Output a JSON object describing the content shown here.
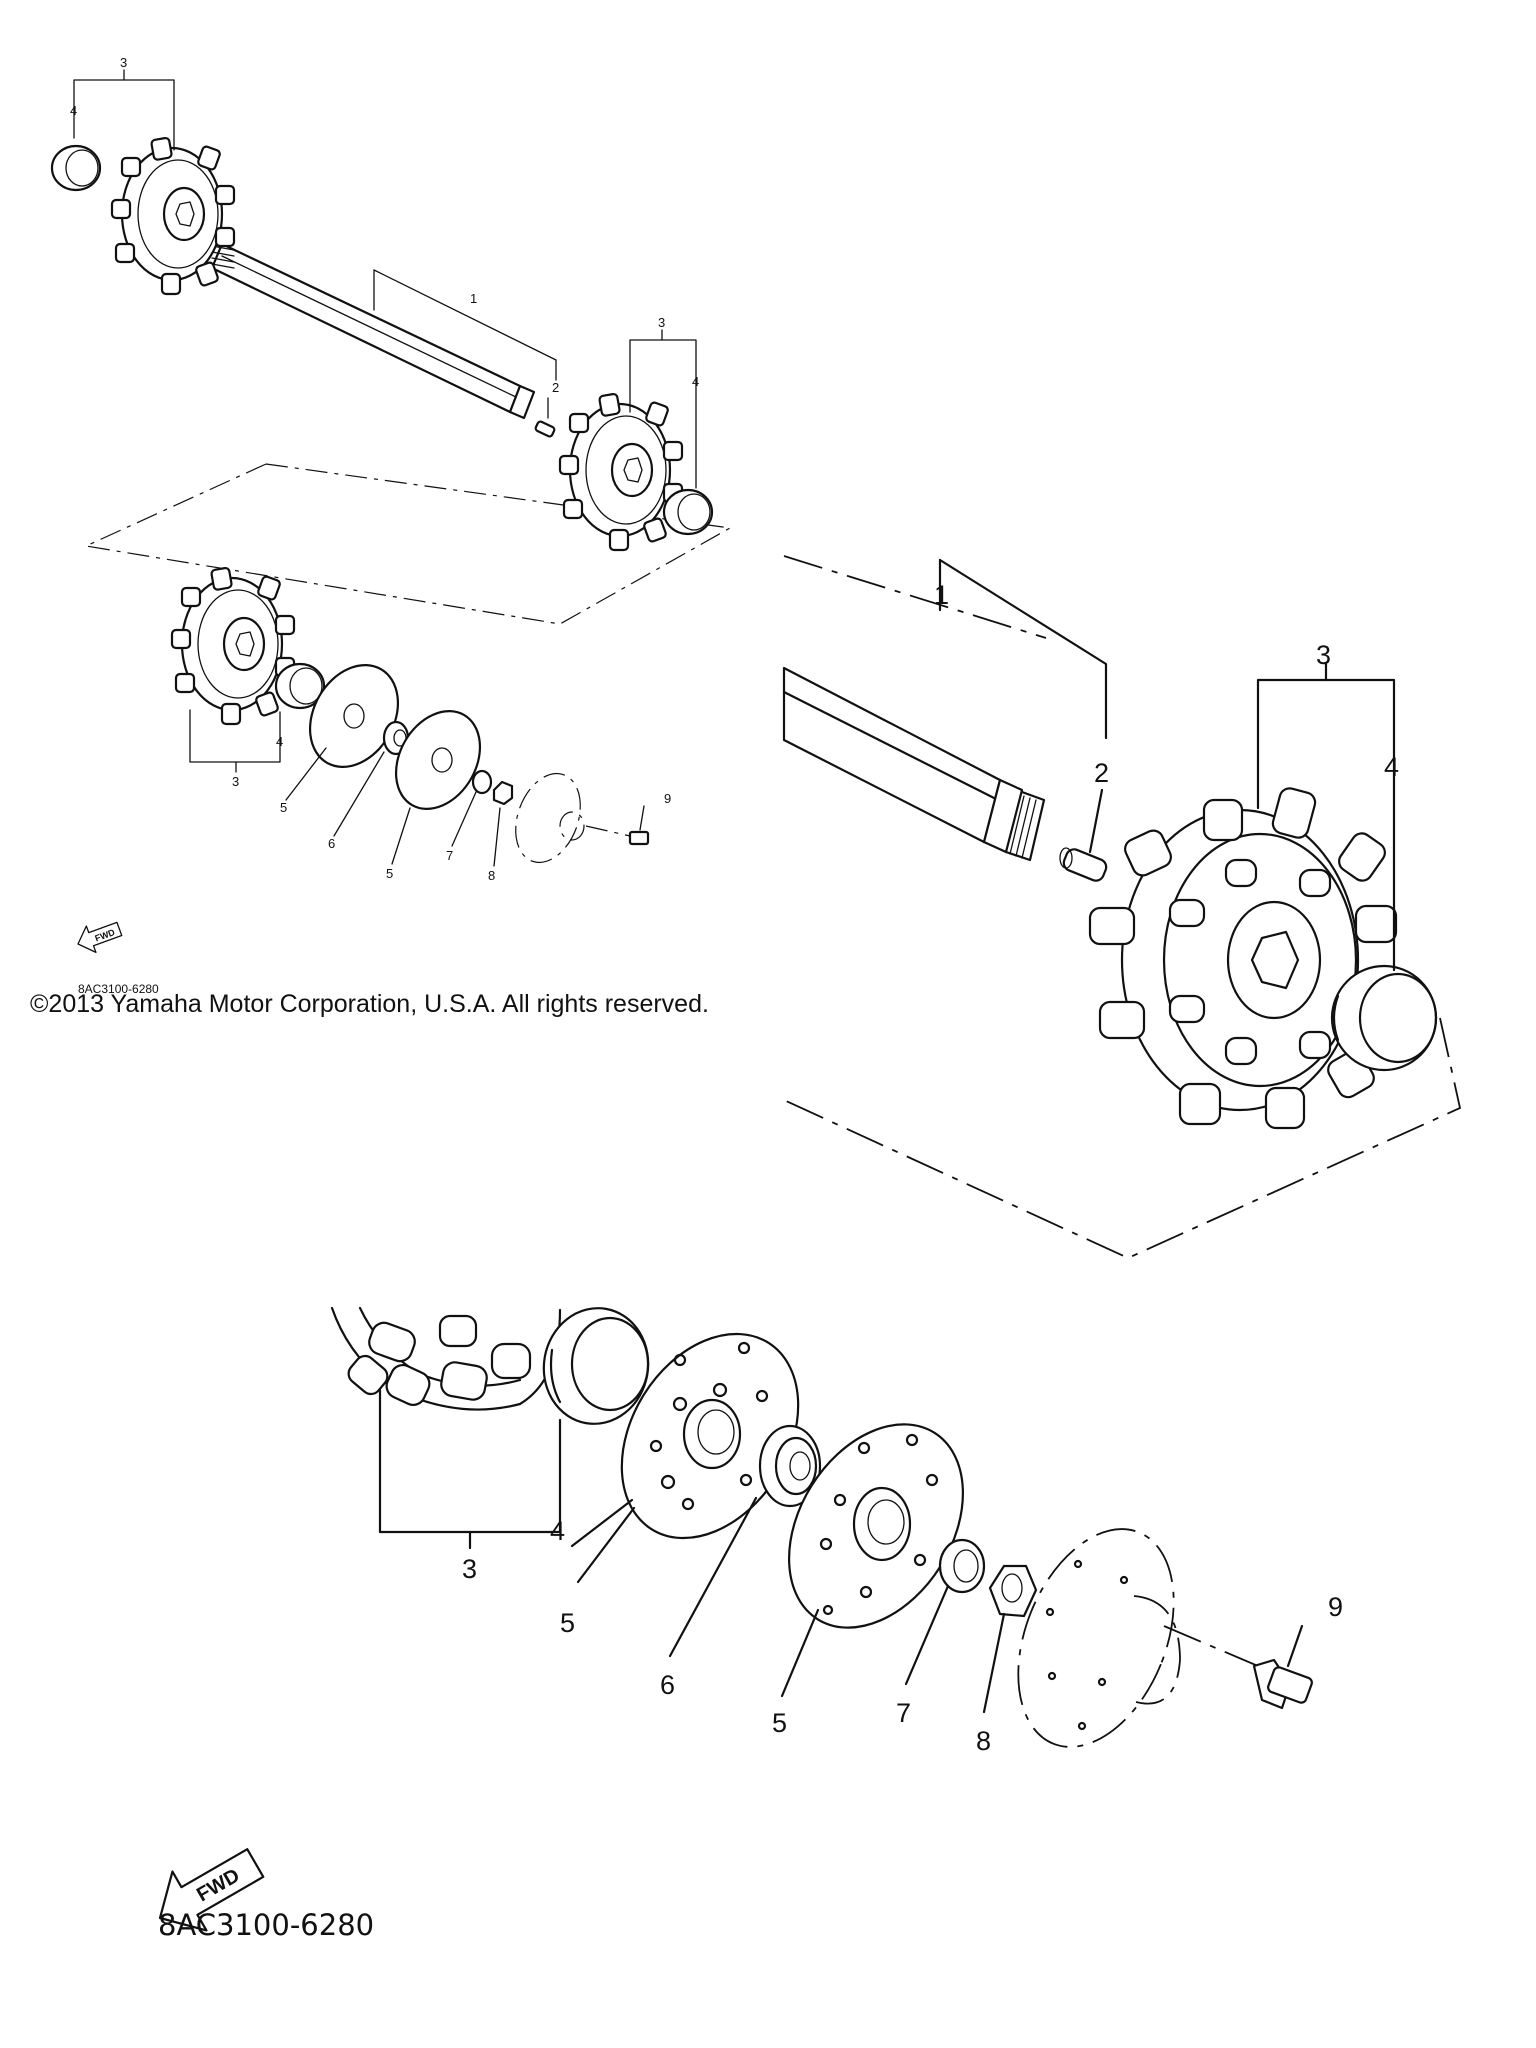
{
  "copyright": "©2013 Yamaha Motor Corporation, U.S.A. All rights reserved.",
  "diagram_code_small": "8AC3100-6280",
  "diagram_code_large": "8AC3100-6280",
  "fwd_label": "FWD",
  "callouts_overview": {
    "shaft_1": "1",
    "pin_2": "2",
    "sprocket_3_left": "3",
    "bearing_4_left": "4",
    "sprocket_3_right": "3",
    "bearing_4_right": "4",
    "sprocket_3_lower": "3",
    "bearing_4_lower": "4",
    "plate_5_a": "5",
    "bearing_6": "6",
    "plate_5_b": "5",
    "washer_7": "7",
    "nut_8": "8",
    "bolt_9": "9"
  },
  "callouts_detail": {
    "shaft_1": "1",
    "pin_2": "2",
    "sprocket_3": "3",
    "bearing_4": "4",
    "sprocket_3_lower": "3",
    "bearing_4_lower": "4",
    "plate_5_a": "5",
    "bearing_6": "6",
    "plate_5_b": "5",
    "washer_7": "7",
    "nut_8": "8",
    "bolt_9": "9"
  }
}
